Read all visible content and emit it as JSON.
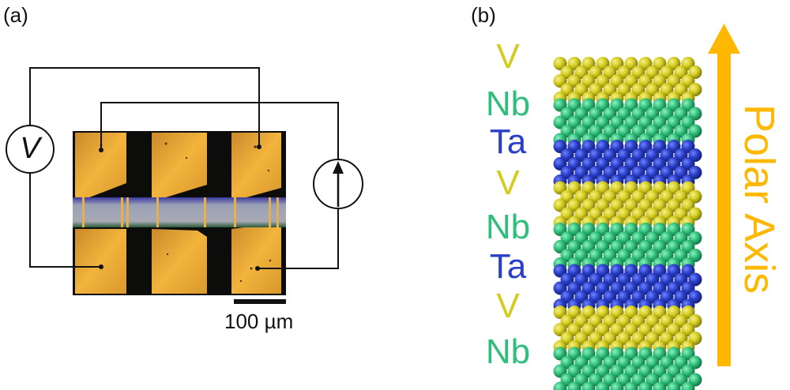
{
  "panel_a": {
    "label": "(a)",
    "voltmeter_symbol": "V",
    "scale_bar_text": "100 µm"
  },
  "panel_b": {
    "label": "(b)",
    "layers": [
      {
        "symbol": "V",
        "color": "#d4cc1e"
      },
      {
        "symbol": "Nb",
        "color": "#2fbf7a"
      },
      {
        "symbol": "Ta",
        "color": "#2a3fc8"
      },
      {
        "symbol": "V",
        "color": "#d4cc1e"
      },
      {
        "symbol": "Nb",
        "color": "#2fbf7a"
      },
      {
        "symbol": "Ta",
        "color": "#2a3fc8"
      },
      {
        "symbol": "V",
        "color": "#d4cc1e"
      },
      {
        "symbol": "Nb",
        "color": "#2fbf7a"
      }
    ],
    "axis_label": "Polar Axis",
    "axis_color": "#ffb800"
  }
}
